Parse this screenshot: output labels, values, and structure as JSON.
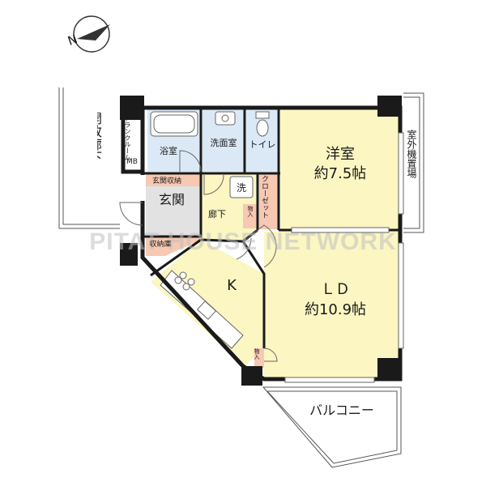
{
  "compass": {
    "label": "N"
  },
  "rooms": {
    "western_room": {
      "name": "洋室",
      "size": "約7.5帖"
    },
    "ld": {
      "name": "ＬＤ",
      "size": "約10.9帖"
    },
    "kitchen": {
      "name": "K"
    },
    "entrance": {
      "name": "玄関"
    },
    "entrance_storage": {
      "name": "玄関収納"
    },
    "bathroom": {
      "name": "浴室"
    },
    "washroom": {
      "name": "洗面室"
    },
    "toilet": {
      "name": "トイレ"
    },
    "corridor": {
      "name": "廊下"
    },
    "closet": {
      "name": "クローゼット"
    },
    "storage_room": {
      "name": "収納庫"
    },
    "trunk_room": {
      "name": "トランクルーム"
    },
    "mb": {
      "name": "MB"
    },
    "washer": {
      "name": "洗"
    },
    "shelf1": {
      "name": "物入"
    },
    "shelf2": {
      "name": "物入"
    }
  },
  "exterior": {
    "open_corridor": "開放廊下",
    "outdoor_unit": "室外機置場",
    "balcony": "バルコニー"
  },
  "watermark": "PITAT HOUSE NETWORK",
  "colors": {
    "wall": "#1a1a1a",
    "room_yellow": "#fbf6c2",
    "wet_blue": "#dbe9f6",
    "storage_salmon": "#f7c8b2",
    "floor_gray": "#e2e2e2"
  }
}
